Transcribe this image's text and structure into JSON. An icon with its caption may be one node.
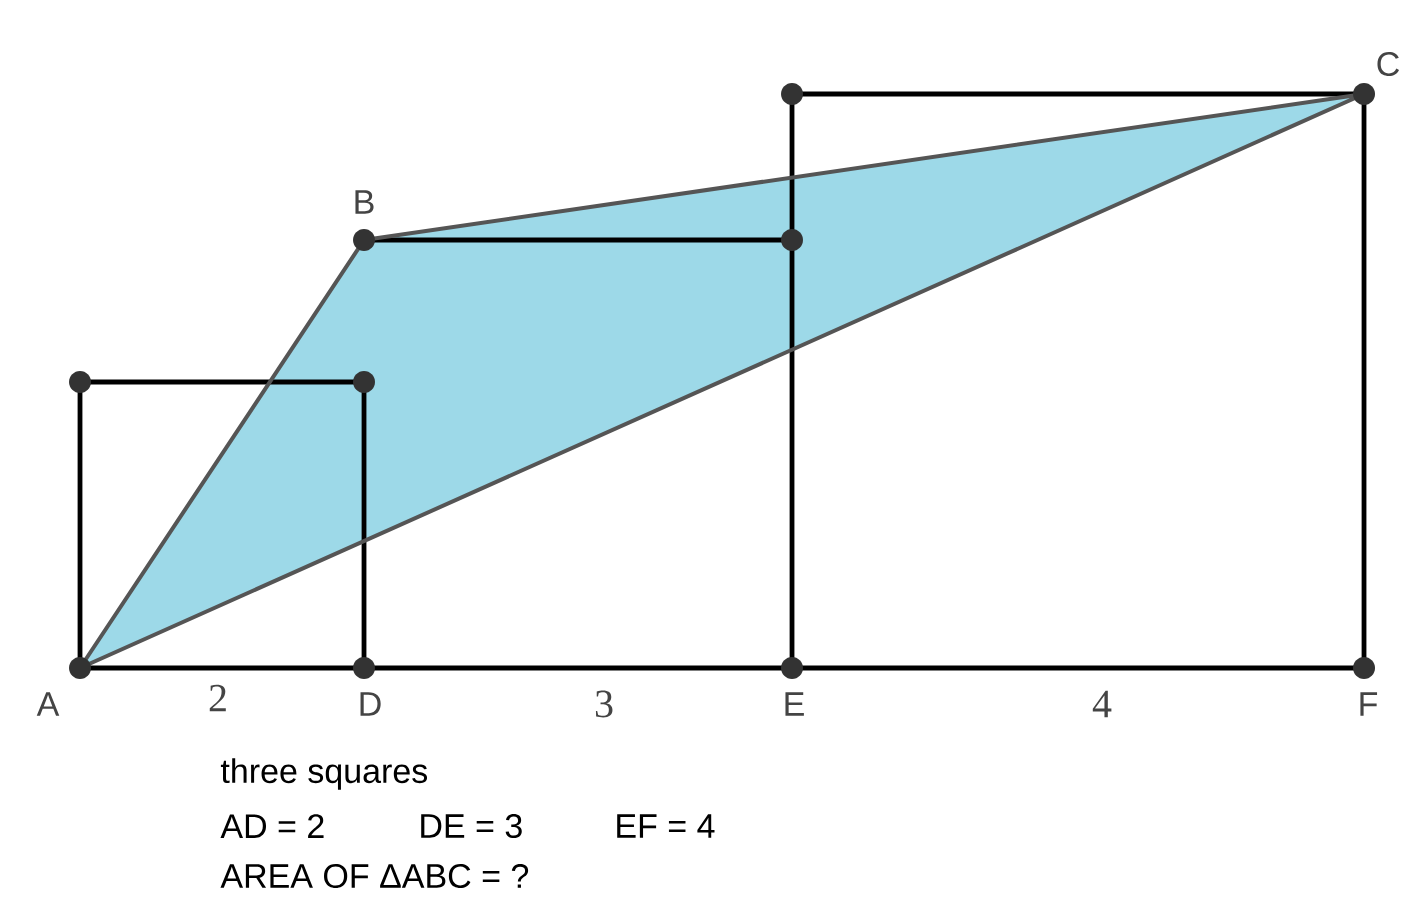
{
  "diagram": {
    "labels": [
      "C",
      "B",
      "A",
      "2",
      "D",
      "3",
      "E",
      "4",
      "F",
      "three squares",
      "AD = 2",
      "DE = 3",
      "EF = 4",
      "AREA OF ΔABC = ?"
    ]
  }
}
